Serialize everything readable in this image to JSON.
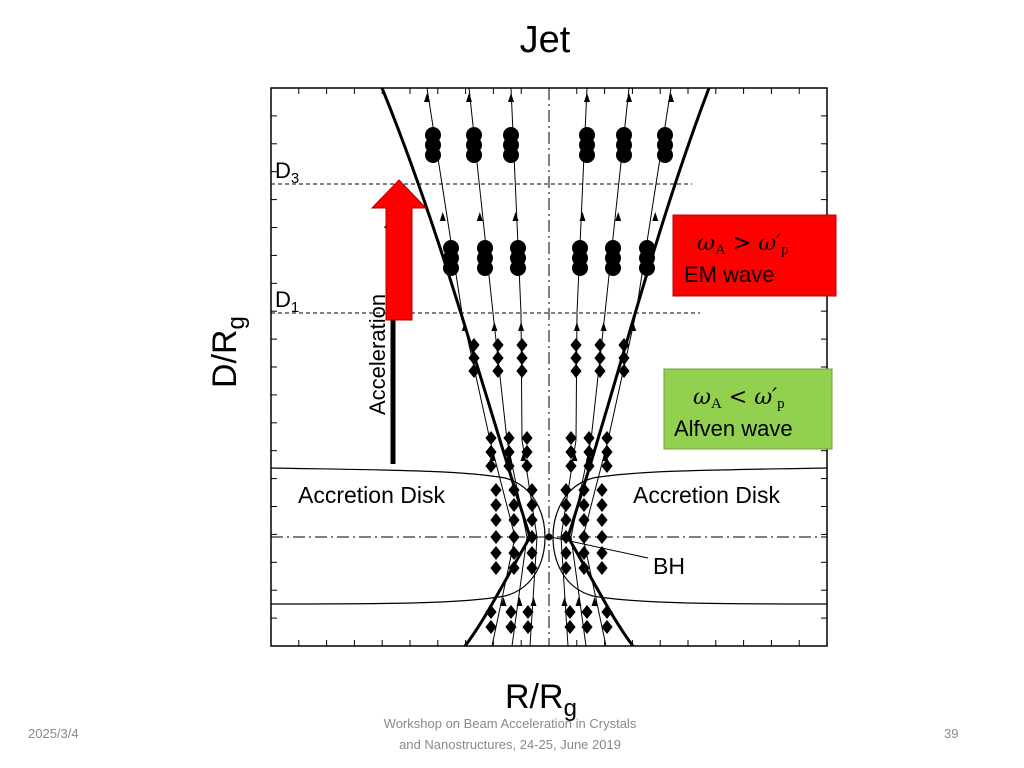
{
  "slide": {
    "title": "Jet",
    "y_axis_label": "D/R",
    "y_axis_label_sub": "g",
    "x_axis_label": "R/R",
    "x_axis_label_sub": "g",
    "levels": [
      {
        "name": "D",
        "sub": "3"
      },
      {
        "name": "D",
        "sub": "1"
      }
    ],
    "acceleration_label": "Acceleration",
    "disk_left_label": "Accretion Disk",
    "disk_right_label": "Accretion Disk",
    "bh_label": "BH",
    "box_red": {
      "omega": "ω",
      "omega_sub": "A",
      "relation": " > ",
      "omega_prime": "ω′",
      "omega_prime_sub": "p",
      "text": "EM wave",
      "color": "#ff0000"
    },
    "box_green": {
      "omega": "ω",
      "omega_sub": "A",
      "relation": " < ",
      "omega_prime": "ω′",
      "omega_prime_sub": "p",
      "text": "Alfven wave",
      "color": "#92d050"
    },
    "arrow_color": "#ff0000"
  },
  "footer": {
    "date": "2025/3/4",
    "line1": "Workshop on Beam Acceleration in Crystals",
    "line2": "and Nanostructures, 24-25, June 2019",
    "page": "39"
  }
}
